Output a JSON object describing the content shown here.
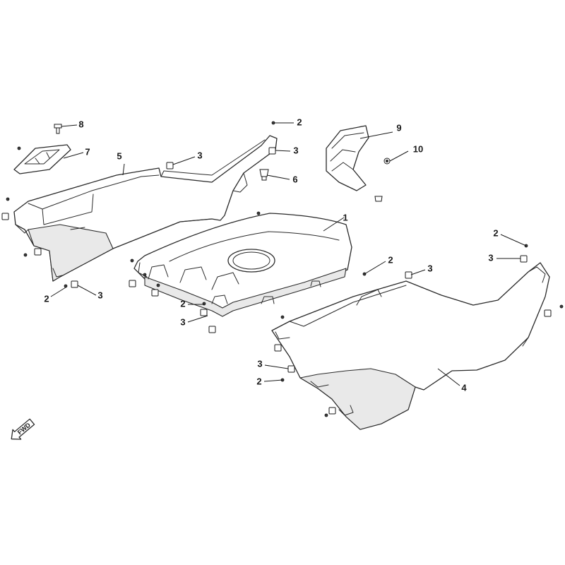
{
  "diagram": {
    "direction_badge": "FWD",
    "callouts": [
      {
        "id": "c1",
        "label": "1"
      },
      {
        "id": "c2a",
        "label": "2"
      },
      {
        "id": "c2b",
        "label": "2"
      },
      {
        "id": "c2c",
        "label": "2"
      },
      {
        "id": "c2d",
        "label": "2"
      },
      {
        "id": "c2e",
        "label": "2"
      },
      {
        "id": "c2f",
        "label": "2"
      },
      {
        "id": "c3a",
        "label": "3"
      },
      {
        "id": "c3b",
        "label": "3"
      },
      {
        "id": "c3c",
        "label": "3"
      },
      {
        "id": "c3d",
        "label": "3"
      },
      {
        "id": "c3e",
        "label": "3"
      },
      {
        "id": "c3f",
        "label": "3"
      },
      {
        "id": "c3g",
        "label": "3"
      },
      {
        "id": "c4",
        "label": "4"
      },
      {
        "id": "c5",
        "label": "5"
      },
      {
        "id": "c6",
        "label": "6"
      },
      {
        "id": "c7",
        "label": "7"
      },
      {
        "id": "c8",
        "label": "8"
      },
      {
        "id": "c9",
        "label": "9"
      },
      {
        "id": "c10",
        "label": "10"
      }
    ]
  }
}
